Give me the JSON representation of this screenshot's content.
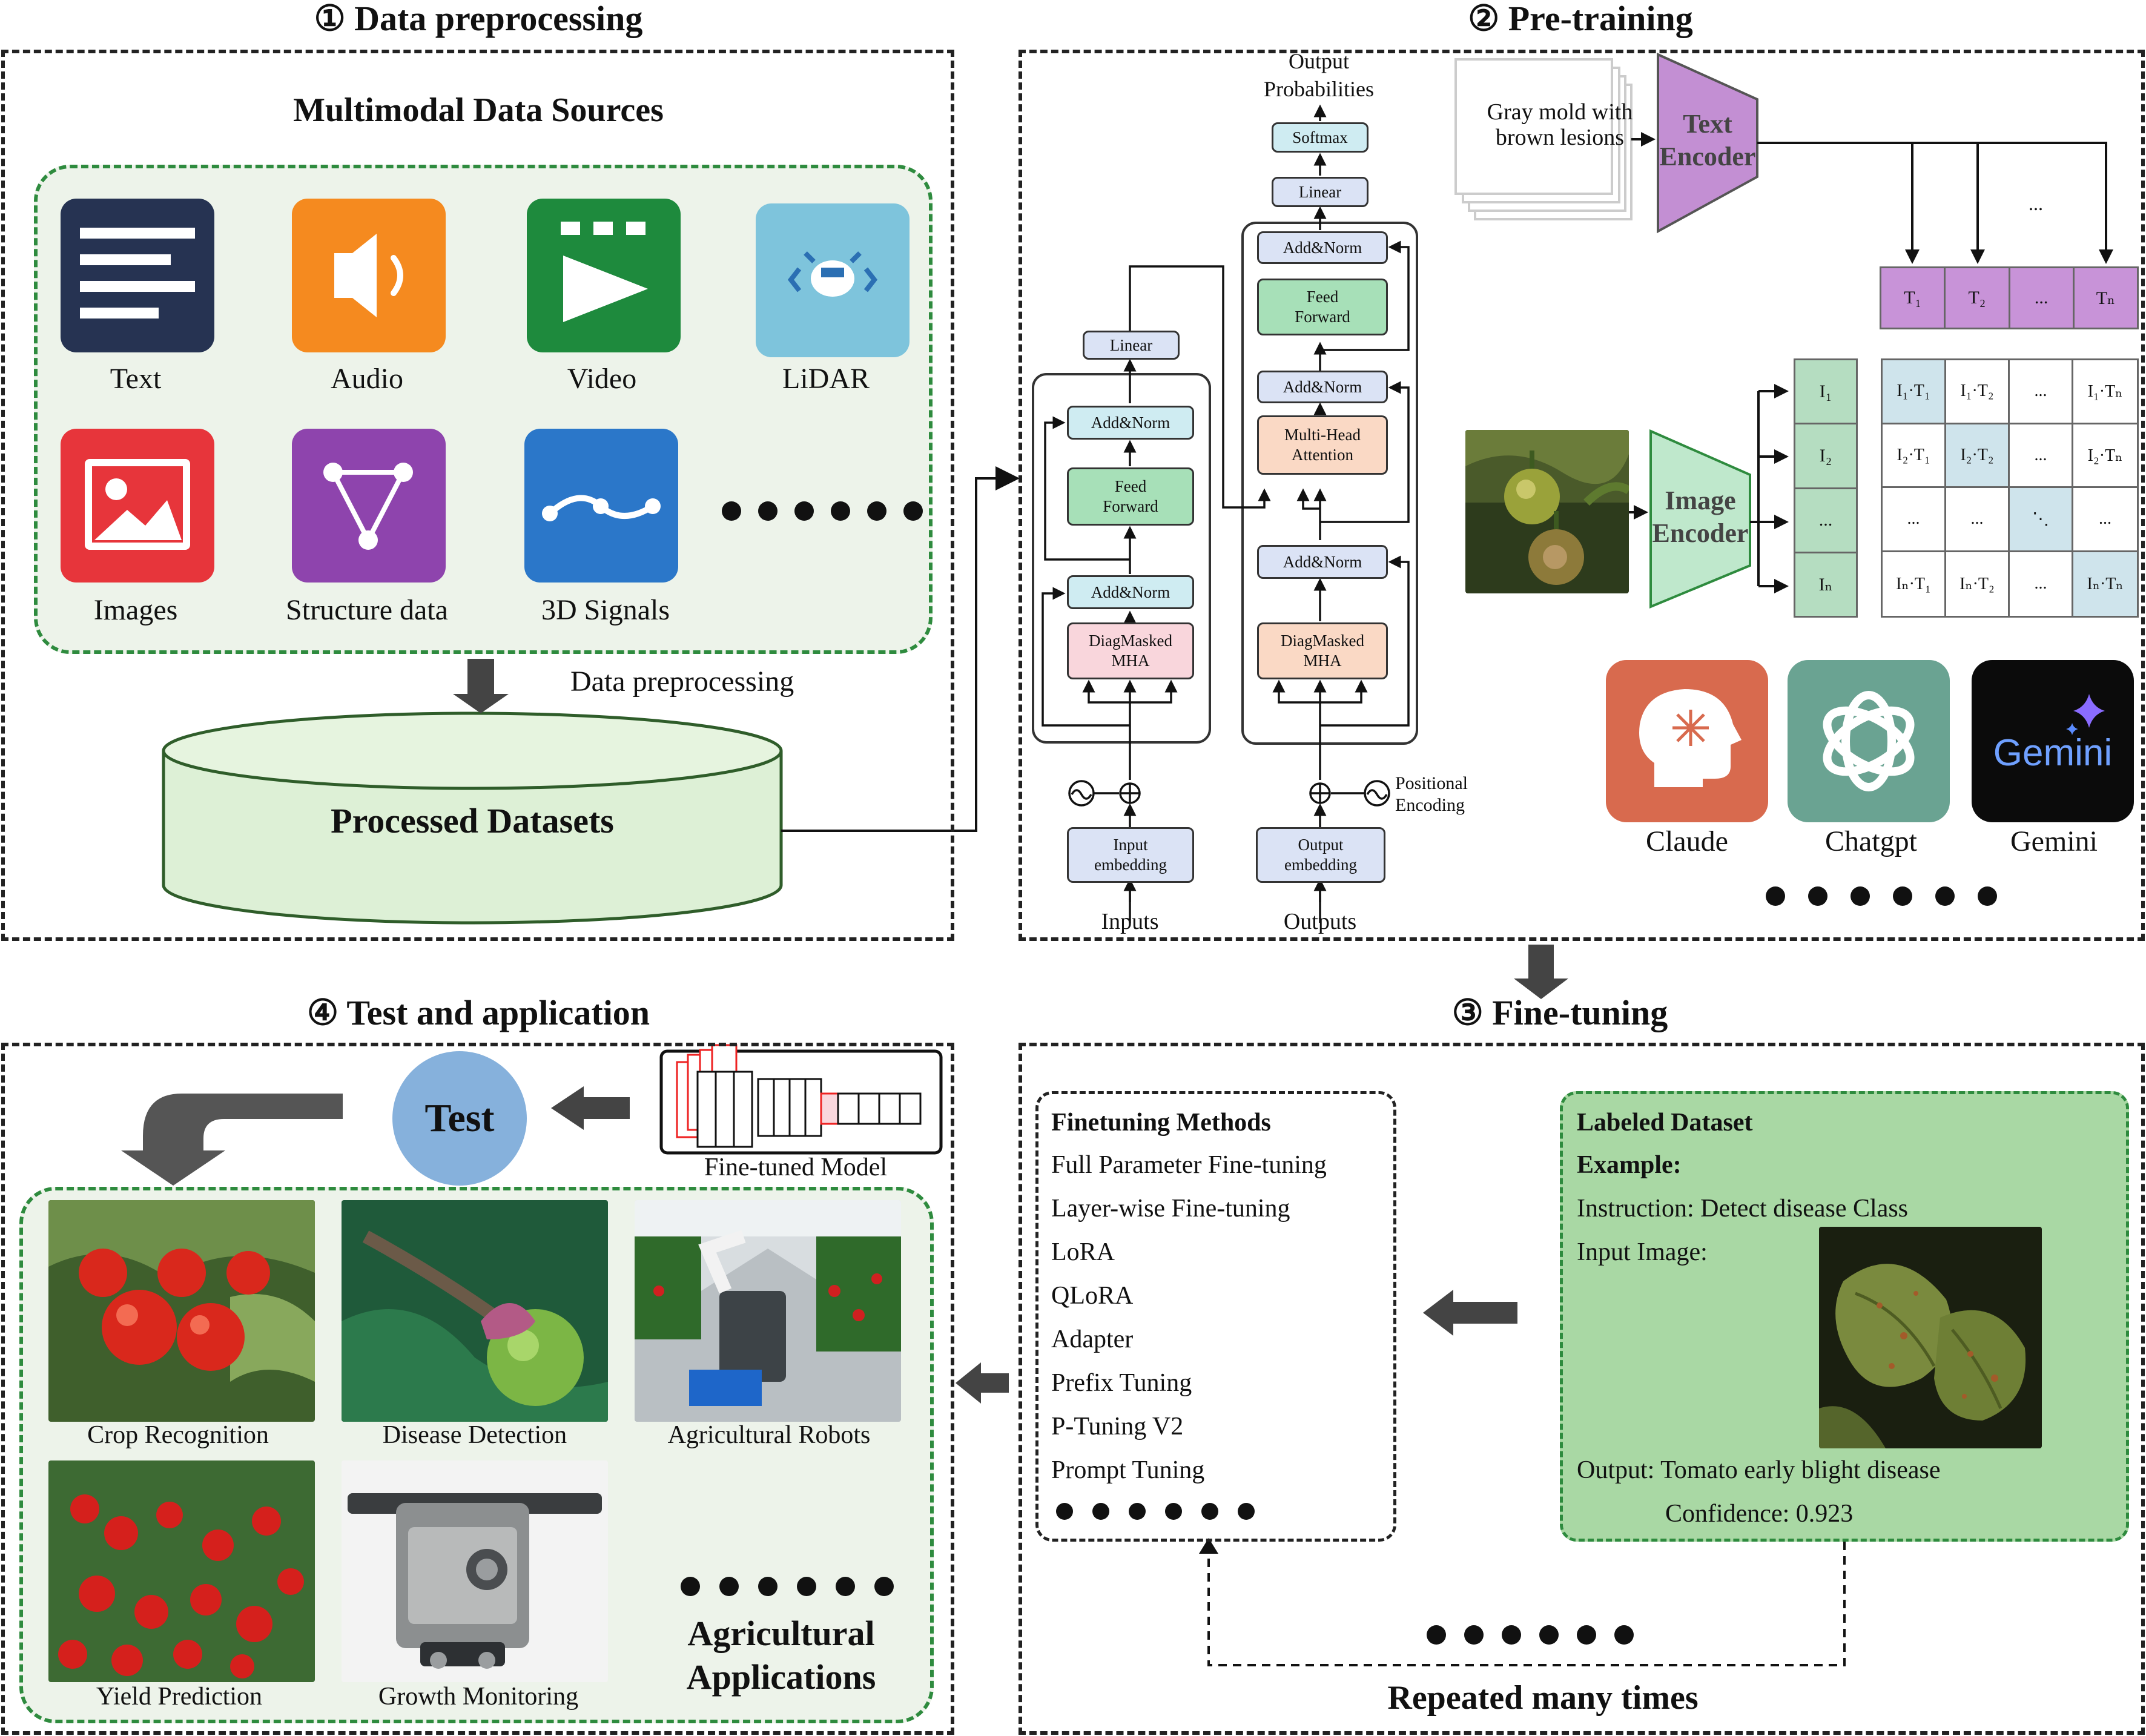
{
  "sections": {
    "s1": "① Data preprocessing",
    "s2": "② Pre-training",
    "s3": "③ Fine-tuning",
    "s4": "④ Test and application"
  },
  "preprocessing": {
    "sources_title": "Multimodal Data Sources",
    "sources": [
      {
        "label": "Text",
        "icon": "text-icon",
        "color": "#263352"
      },
      {
        "label": "Audio",
        "icon": "audio-icon",
        "color": "#f58a1f"
      },
      {
        "label": "Video",
        "icon": "video-icon",
        "color": "#1e8a3d"
      },
      {
        "label": "LiDAR",
        "icon": "lidar-icon",
        "color": "#7ec4dc"
      },
      {
        "label": "Images",
        "icon": "image-icon",
        "color": "#e7353b"
      },
      {
        "label": "Structure data",
        "icon": "structure-icon",
        "color": "#8e44ad"
      },
      {
        "label": "3D Signals",
        "icon": "signal-icon",
        "color": "#2b77c9"
      }
    ],
    "step_label": "Data preprocessing",
    "datasets_label": "Processed Datasets"
  },
  "pretraining": {
    "output_label": "Output\nProbabilities",
    "softmax": "Softmax",
    "linear": "Linear",
    "add_norm": "Add&Norm",
    "feed_forward": "Feed\nForward",
    "multi_head": "Multi-Head\nAttention",
    "diag_mha": "DiagMasked\nMHA",
    "input_embedding": "Input\nembedding",
    "output_embedding": "Output\nembedding",
    "positional": "Positional\nEncoding",
    "inputs": "Inputs",
    "outputs": "Outputs",
    "caption": "Gray mold with\nbrown lesions",
    "text_encoder": "Text\nEncoder",
    "image_encoder": "Image\nEncoder",
    "ellipsis": "...",
    "t_tokens": [
      "T₁",
      "T₂",
      "...",
      "Tₙ"
    ],
    "i_tokens": [
      "I₁",
      "I₂",
      "...",
      "Iₙ"
    ],
    "matrix": [
      [
        "I₁·T₁",
        "I₁·T₂",
        "...",
        "I₁·Tₙ"
      ],
      [
        "I₂·T₁",
        "I₂·T₂",
        "...",
        "I₂·Tₙ"
      ],
      [
        "...",
        "...",
        "⋱",
        "..."
      ],
      [
        "Iₙ·T₁",
        "Iₙ·T₂",
        "...",
        "Iₙ·Tₙ"
      ]
    ],
    "models": [
      {
        "label": "Claude",
        "color": "#d86a4e"
      },
      {
        "label": "Chatgpt",
        "color": "#6aa392"
      },
      {
        "label": "Gemini",
        "color": "#0b0b0b",
        "logo_text": "Gemini"
      }
    ]
  },
  "finetuning": {
    "methods_title": "Finetuning Methods",
    "methods": [
      "Full Parameter Fine-tuning",
      "Layer-wise Fine-tuning",
      "LoRA",
      "QLoRA",
      "Adapter",
      "Prefix Tuning",
      "P-Tuning V2",
      "Prompt Tuning"
    ],
    "dataset_title": "Labeled Dataset",
    "example": "Example:",
    "instruction": "Instruction: Detect disease Class",
    "input_image": "Input Image:",
    "output": "Output: Tomato early blight disease",
    "confidence": "Confidence: 0.923",
    "repeat": "Repeated many times"
  },
  "application": {
    "test": "Test",
    "model_label": "Fine-tuned Model",
    "apps": [
      "Crop Recognition",
      "Disease Detection",
      "Agricultural Robots",
      "Yield Prediction",
      "Growth Monitoring"
    ],
    "apps_title": "Agricultural\nApplications"
  },
  "colors": {
    "panel_border": "#222222",
    "green_dash": "#2e8b3e",
    "green_fill": "#edf3ea",
    "text_encoder": "#c38fd3",
    "image_encoder": "#bfe8cc",
    "t_cells": "#c893d8",
    "i_cells": "#b5ddc1",
    "matrix_diag": "#cfe4ec",
    "test_circle": "#86b1dc",
    "labeled_fill": "#a9d8a4",
    "cylinder": "#ddf0d6"
  }
}
